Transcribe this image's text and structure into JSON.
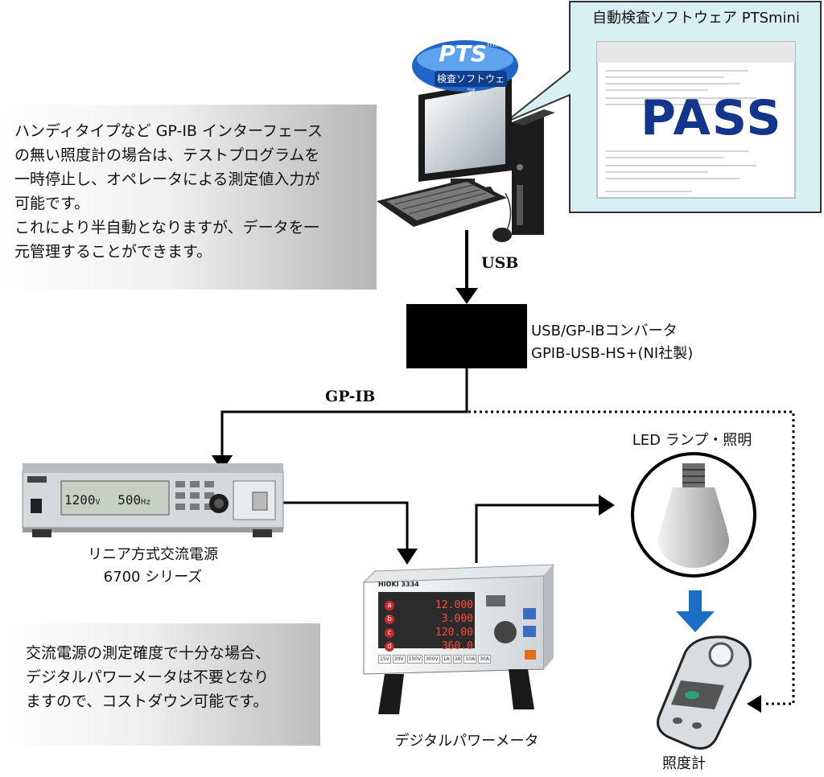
{
  "notes": {
    "gpib_note": "ハンディタイプなど GP-IB インターフェース\nの無い照度計の場合は、テストプログラムを\n一時停止し、オペレータによる測定値入力が\n可能です。\nこれにより半自動となりますが、データを一\n元管理することができます。",
    "power_note": "交流電源の測定確度で十分な場合、\nデジタルパワーメータは不要となり\nますので、コストダウン可能です。"
  },
  "software": {
    "callout_title": "自動検査ソフトウェア PTSmini",
    "logo_main": "PTS",
    "logo_sub": "mini",
    "logo_caption": "検査ソフトウェア",
    "result": "PASS"
  },
  "links": {
    "usb": "USB",
    "gpib": "GP-IB"
  },
  "converter": {
    "label": "USB/GP-IBコンバータ\nGPIB-USB-HS+(NI社製)"
  },
  "power_supply": {
    "label": "リニア方式交流電源\n6700 シリーズ",
    "display_v": "1200",
    "display_v_unit": "V",
    "display_f": "500",
    "display_f_unit": "Hz"
  },
  "power_meter": {
    "label": "デジタルパワーメータ",
    "brand": "HIOKI",
    "model": "3334",
    "readings": [
      "12.000",
      "3.000",
      "120.00",
      "360.0"
    ],
    "channels": [
      "a",
      "b",
      "c",
      "d"
    ],
    "key_labels": [
      "15V",
      "30V",
      "150V",
      "300V",
      "1A",
      "3A",
      "10A",
      "30A"
    ]
  },
  "led": {
    "label": "LED ランプ・照明"
  },
  "illuminometer": {
    "label": "照度計"
  },
  "colors": {
    "arrow": "#000000",
    "blue_arrow": "#1a6fc4",
    "callout_bg": "#d9f0f2",
    "pass_blue": "#14358c",
    "logo_blue": "#1f66c8"
  }
}
